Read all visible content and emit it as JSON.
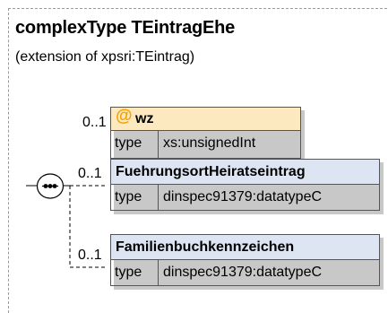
{
  "title": "complexType TEintragEhe",
  "subtitle": "(extension of xpsri:TEintrag)",
  "attribute": {
    "occurrence": "0..1",
    "icon": "at-icon",
    "icon_glyph": "@",
    "name": "wz",
    "type_label": "type",
    "type_value": "xs:unsignedInt"
  },
  "compositor": {
    "kind": "sequence",
    "icon": "sequence-icon"
  },
  "elements": [
    {
      "occurrence": "0..1",
      "name": "FuehrungsortHeiratseintrag",
      "type_label": "type",
      "type_value": "dinspec91379:datatypeC"
    },
    {
      "occurrence": "0..1",
      "name": "Familienbuchkennzeichen",
      "type_label": "type",
      "type_value": "dinspec91379:datatypeC"
    }
  ],
  "colors": {
    "attribute_header": "#fce9c0",
    "attribute_icon": "#f2a100",
    "element_header": "#dde5f3",
    "border": "#555555",
    "shadow": "#c8c8c8"
  }
}
